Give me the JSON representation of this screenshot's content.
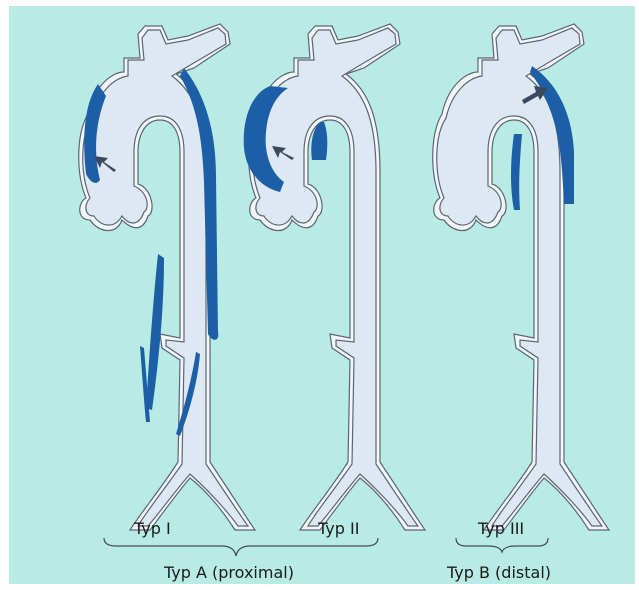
{
  "colors": {
    "background": "#b8ebe4",
    "vessel_fill": "#dde8f3",
    "vessel_outline": "#5c6670",
    "dissection": "#1d5fa6",
    "arrow": "#3a4a5e",
    "text": "#1b1b1b"
  },
  "labels": {
    "typ1": "Typ I",
    "typ2": "Typ II",
    "typ3": "Typ III",
    "group_a": "Typ A (proximal)",
    "group_b": "Typ B (distal)"
  }
}
